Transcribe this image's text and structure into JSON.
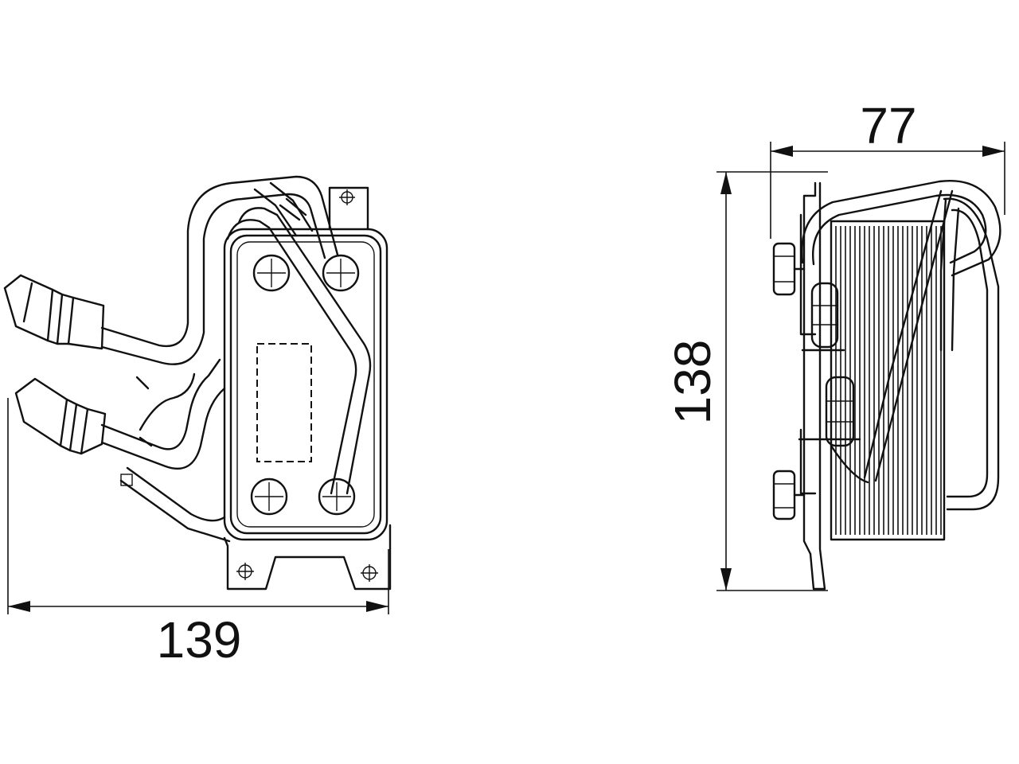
{
  "dimensions": {
    "width_front": "139",
    "width_side": "77",
    "height_side": "138"
  }
}
